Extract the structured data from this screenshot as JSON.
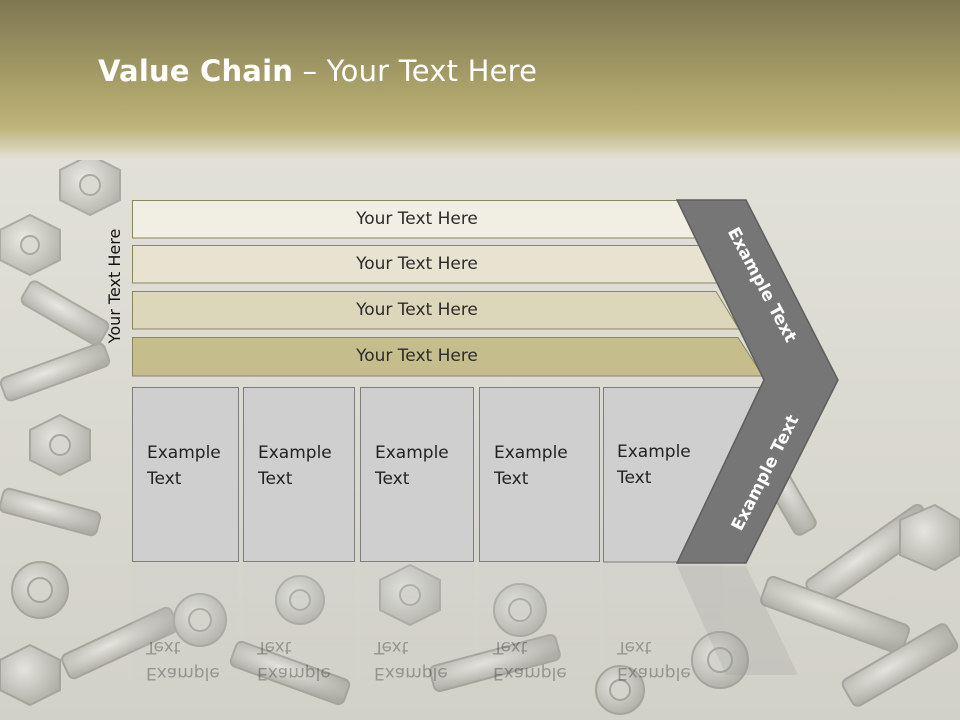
{
  "title": {
    "bold": "Value Chain",
    "rest": " – Your Text Here"
  },
  "side_label": "Your Text Here",
  "rows": [
    {
      "label": "Your Text Here",
      "color": "#f1efe4"
    },
    {
      "label": "Your Text Here",
      "color": "#e7e3d0"
    },
    {
      "label": "Your Text Here",
      "color": "#dcd6bb"
    },
    {
      "label": "Your Text Here",
      "color": "#c6bd8c"
    }
  ],
  "boxes": [
    {
      "line1": "Example",
      "line2": "Text"
    },
    {
      "line1": "Example",
      "line2": "Text"
    },
    {
      "line1": "Example",
      "line2": "Text"
    },
    {
      "line1": "Example",
      "line2": "Text"
    },
    {
      "line1": "Example",
      "line2": "Text"
    }
  ],
  "chevron": {
    "upper": "Example Text",
    "lower": "Example Text",
    "color": "#767676"
  },
  "colors": {
    "header_top": "#8b8257",
    "header_band": "#b8ad72",
    "box_fill": "#cfcfcf"
  }
}
